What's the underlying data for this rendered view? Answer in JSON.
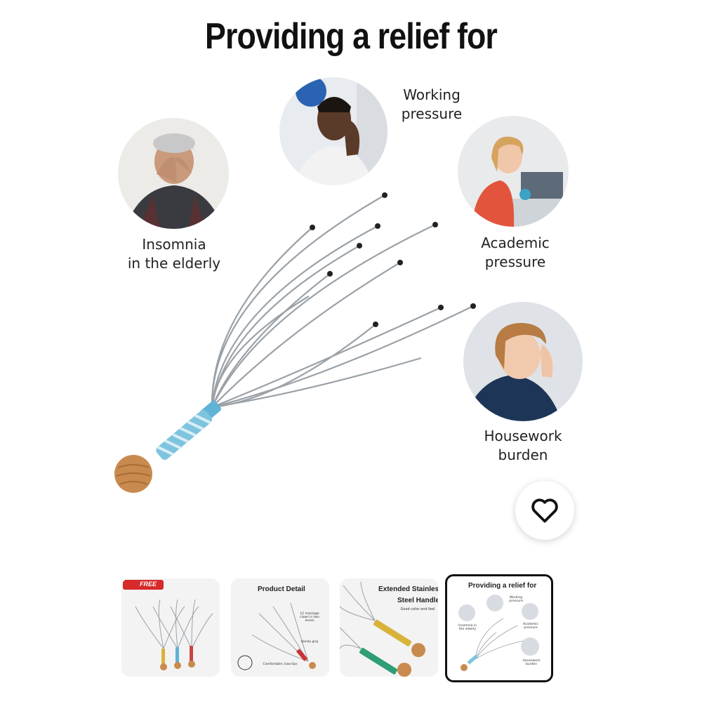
{
  "banner": {
    "title": "Providing a relief for",
    "captions": {
      "working": [
        "Working",
        "pressure"
      ],
      "insomnia": [
        "Insomnia",
        "in the elderly"
      ],
      "academic": [
        "Academic",
        "pressure"
      ],
      "housework": [
        "Housework",
        "burden"
      ]
    }
  },
  "favorite": {
    "icon": "heart-icon"
  },
  "thumbnails": [
    {
      "label": "",
      "badge": "FREE"
    },
    {
      "label": "Product Detail",
      "notes": [
        "12 massage claws in two levels",
        "Handy grip",
        "Comfortable claw tips"
      ]
    },
    {
      "label": "Extended Stainless Steel Handle",
      "line1": "Extended Stainless",
      "line2": "Steel Handle",
      "sub": "Good color and feel"
    },
    {
      "label": "Providing a relief for",
      "selected": true,
      "mini": [
        "Working pressure",
        "Insomnia in the elderly",
        "Academic pressure",
        "Housework burden"
      ]
    }
  ],
  "colors": {
    "accent_handle": "#5fb3d6",
    "wood": "#c98a4f",
    "selected_border": "#111111"
  }
}
